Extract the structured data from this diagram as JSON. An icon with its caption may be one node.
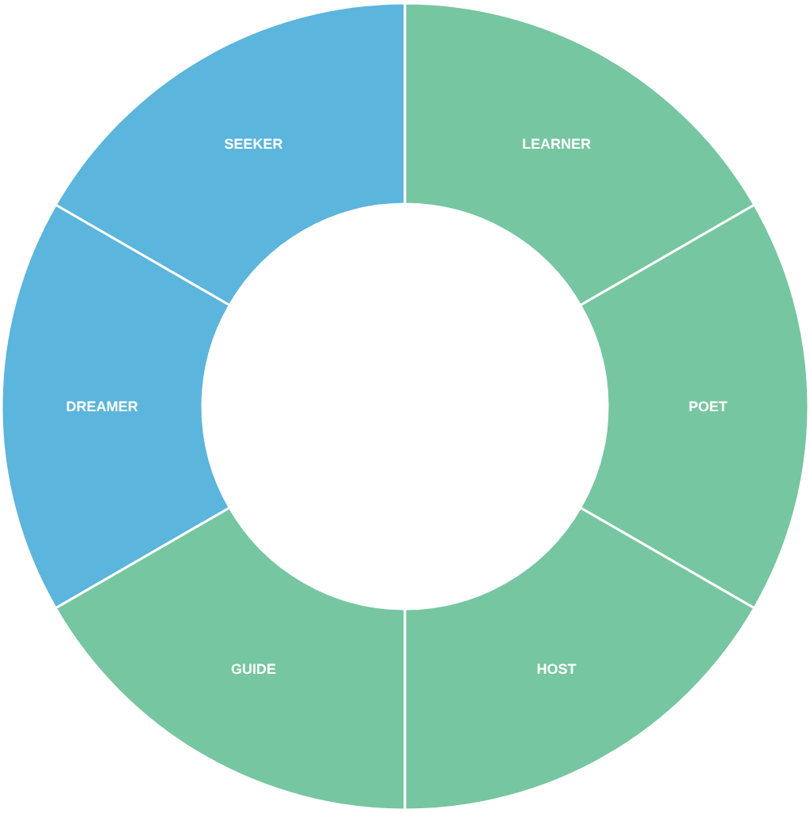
{
  "diagram": {
    "nodes": [
      {
        "text": [
          "SEEKER"
        ]
      },
      {
        "text": [
          "LEARNER"
        ]
      },
      {
        "text": [
          "DREAMER"
        ]
      },
      {
        "text": [
          "POET"
        ]
      },
      {
        "text": [
          "GUIDE"
        ]
      },
      {
        "text": [
          "HOST"
        ]
      }
    ]
  }
}
